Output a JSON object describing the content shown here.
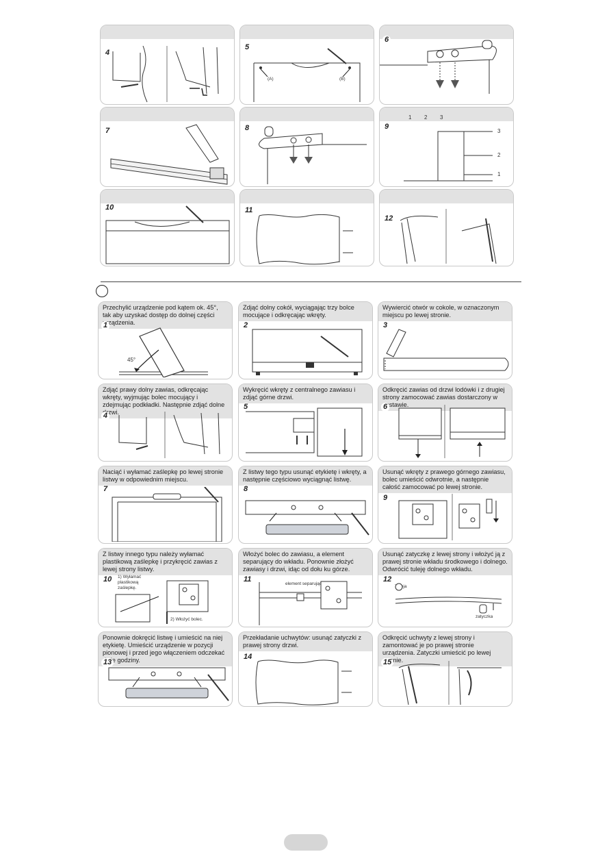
{
  "top_steps": [
    {
      "num": "4",
      "caption": ""
    },
    {
      "num": "5",
      "caption": "",
      "label_a": "(A)",
      "label_b": "(B)"
    },
    {
      "num": "6",
      "caption": ""
    },
    {
      "num": "7",
      "caption": ""
    },
    {
      "num": "8",
      "caption": ""
    },
    {
      "num": "9",
      "caption": "",
      "seq1": "1",
      "seq2": "2",
      "seq3": "3",
      "mark1": "1",
      "mark2": "2",
      "mark3": "3"
    },
    {
      "num": "10",
      "caption": ""
    },
    {
      "num": "11",
      "caption": ""
    },
    {
      "num": "12",
      "caption": ""
    }
  ],
  "bottom_steps": [
    {
      "num": "1",
      "caption": "Przechylić urządzenie pod kątem ok. 45°, tak aby uzyskać dostęp do dolnej części urządzenia.",
      "angle": "45°"
    },
    {
      "num": "2",
      "caption": "Zdjąć dolny cokół, wyciągając trzy bolce mocujące i odkręcając wkręty."
    },
    {
      "num": "3",
      "caption": "Wywiercić otwór w cokole, w oznaczonym miejscu po lewej stronie."
    },
    {
      "num": "4",
      "caption": "Zdjąć prawy dolny zawias, odkręcając wkręty, wyjmując bolec mocujący i zdejmując podkładki. Następnie zdjąć dolne drzwi."
    },
    {
      "num": "5",
      "caption": "Wykręcić wkręty z centralnego zawiasu i zdjąć górne drzwi."
    },
    {
      "num": "6",
      "caption": "Odkręcić zawias od drzwi lodówki i z drugiej strony zamocować zawias dostarczony w zestawie."
    },
    {
      "num": "7",
      "caption": "Naciąć i wyłamać zaślepkę po lewej stronie listwy w odpowiednim miejscu."
    },
    {
      "num": "8",
      "caption": "Z listwy tego typu usunąć etykietę i wkręty, a następnie częściowo wyciągnąć listwę."
    },
    {
      "num": "9",
      "caption": "Usunąć wkręty z prawego górnego zawiasu, bolec umieścić odwrotnie, a następnie całość zamocować po lewej stronie."
    },
    {
      "num": "10",
      "caption": "Z listwy innego typu należy wyłamać plastikową zaślepkę i przykręcić zawias z lewej strony listwy.",
      "note1": "1) Wyłamać plastikową zaślepkę.",
      "note2": "2) Włożyć bolec."
    },
    {
      "num": "11",
      "caption": "Włożyć bolec do zawiasu, a element separujący do wkładu. Ponownie złożyć zawiasy i drzwi, idąc od dołu ku górze.",
      "label": "element separujący"
    },
    {
      "num": "12",
      "caption": "Usunąć zatyczkę z lewej strony i włożyć ją z prawej stronie wkładu środkowego i dolnego. Odwrócić tuleję dolnego wkładu.",
      "label_tuleja": "Tuleja",
      "label_zatyczka": "zatyczka"
    },
    {
      "num": "13",
      "caption": "Ponownie dokręcić listwę i umieścić na niej etykietę. Umieścić urządzenie w pozycji pionowej i przed jego włączeniem odczekać dwie godziny."
    },
    {
      "num": "14",
      "caption": "Przekładanie uchwytów: usunąć zatyczki z prawej strony drzwi."
    },
    {
      "num": "15",
      "caption": "Odkręcić uchwyty z lewej strony i zamontować je po prawej stronie urządzenia. Zatyczki umieścić po lewej stronie."
    }
  ]
}
